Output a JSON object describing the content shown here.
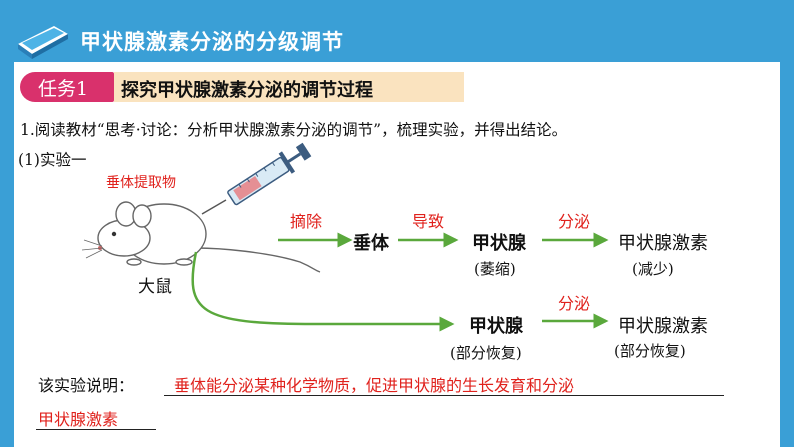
{
  "header": {
    "title": "甲状腺激素分泌的分级调节",
    "icon": "book-icon",
    "background_color": "#3a9fd6"
  },
  "task": {
    "badge": "任务1",
    "title": "探究甲状腺激素分泌的调节过程",
    "badge_color": "#d9316c",
    "tab_color": "#fae3bf"
  },
  "content": {
    "instruction": "1.阅读教材“思考·讨论：分析甲状腺激素分泌的调节”，梳理实验，并得出结论。",
    "experiment_label": "(1)实验一",
    "injection_label": "垂体提取物",
    "rat_label": "大鼠",
    "flow_top": {
      "arrow1_label": "摘除",
      "node1": "垂体",
      "arrow2_label": "导致",
      "node2": "甲状腺",
      "node2_sub": "(萎缩)",
      "arrow3_label": "分泌",
      "node3": "甲状腺激素",
      "node3_sub": "(减少)"
    },
    "flow_bottom": {
      "node1": "甲状腺",
      "node1_sub": "(部分恢复)",
      "arrow_label": "分泌",
      "node2": "甲状腺激素",
      "node2_sub": "(部分恢复)"
    },
    "conclusion_prefix": "该实验说明：",
    "answer_line1": "垂体能分泌某种化学物质，促进甲状腺的生长发育和分泌",
    "answer_line2": "甲状腺激素",
    "arrow_color": "#5aa83c",
    "answer_color": "#e0221d"
  }
}
